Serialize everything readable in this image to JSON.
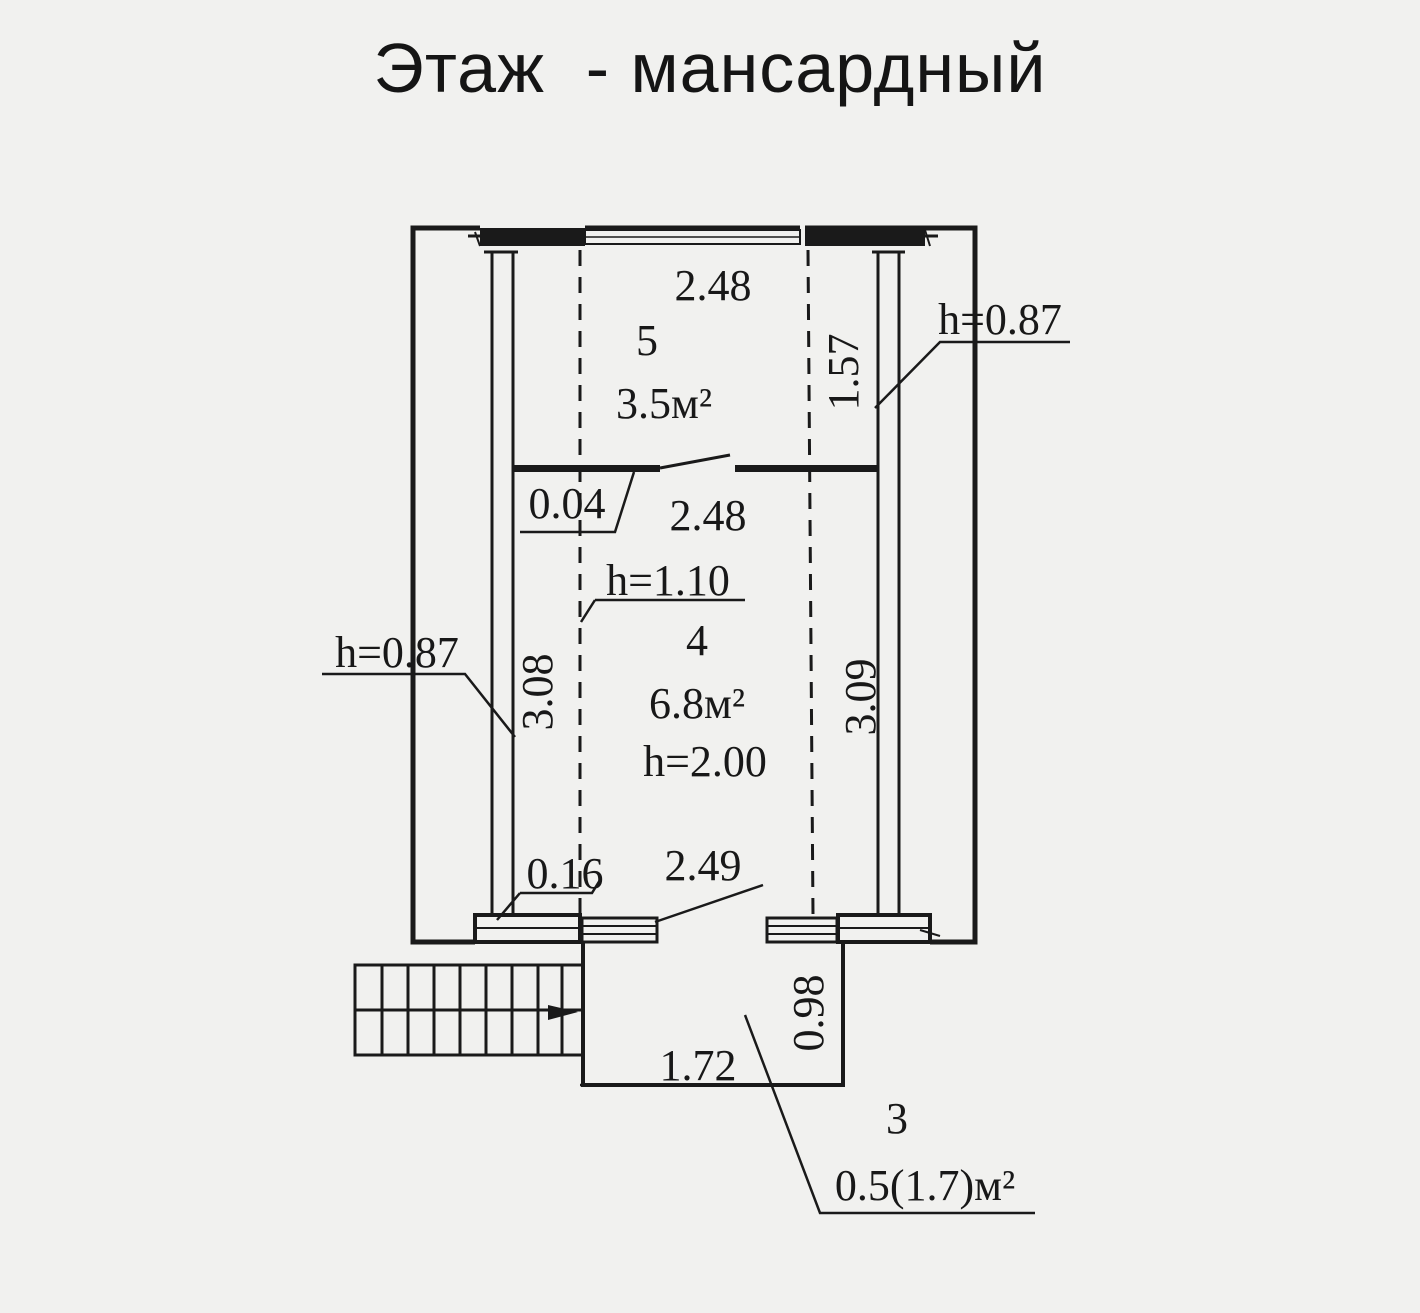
{
  "title": "Этаж  - мансардный",
  "rooms": [
    {
      "number": "5",
      "area": "3.5м²"
    },
    {
      "number": "4",
      "area": "6.8м²",
      "height": "h=2.00",
      "height_zone": "h=1.10"
    },
    {
      "number": "3",
      "area": "0.5(1.7)м²"
    }
  ],
  "dimensions": {
    "room5_width": "2.48",
    "room5_depth": "1.57",
    "side_height_right": "h=0.87",
    "partition": "0.04",
    "room4_width_top": "2.48",
    "room4_left": "3.08",
    "room4_right": "3.09",
    "side_height_left": "h=0.87",
    "wall": "0.16",
    "room4_width_bottom": "2.49",
    "room3_width": "1.72",
    "room3_depth": "0.98"
  },
  "colors": {
    "background": "#f1f1ef",
    "ink": "#1a1a1a"
  }
}
